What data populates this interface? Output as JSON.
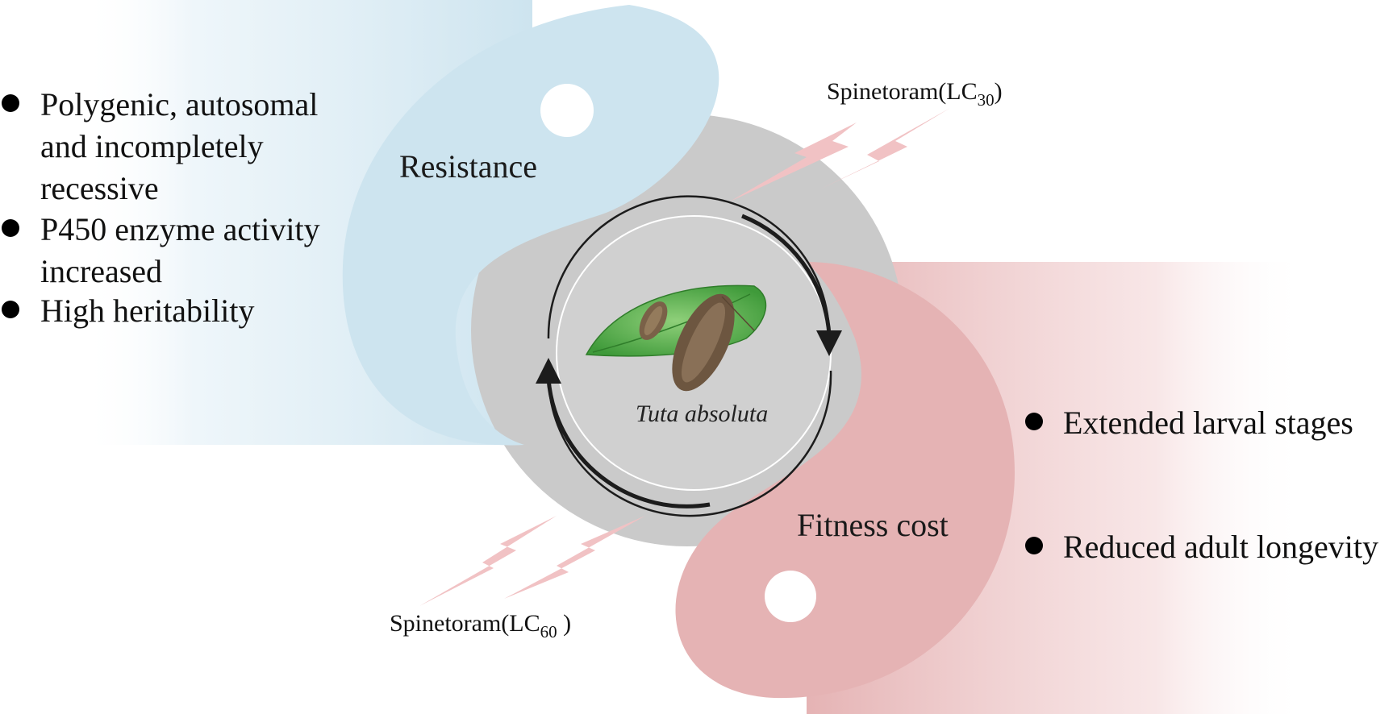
{
  "diagram": {
    "resistance_label": "Resistance",
    "fitness_label": "Fitness cost",
    "species_label": "Tuta absoluta",
    "spinetoram_top": {
      "prefix": "Spinetoram(LC",
      "subscript": "30",
      "suffix": ")"
    },
    "spinetoram_bottom": {
      "prefix": "Spinetoram(LC",
      "subscript": "60",
      "suffix": " )"
    },
    "resistance_bullets": [
      {
        "lines": [
          "Polygenic, autosomal",
          "and incompletely",
          "recessive"
        ]
      },
      {
        "lines": [
          "P450 enzyme activity",
          "increased"
        ]
      },
      {
        "lines": [
          "High heritability"
        ]
      }
    ],
    "fitness_bullets": [
      {
        "lines": [
          "Extended larval stages"
        ]
      },
      {
        "lines": [
          "Reduced adult longevity"
        ]
      }
    ]
  },
  "colors": {
    "resistance": "#cde4ef",
    "fitness": "#e5b3b4",
    "disc": "#cacaca",
    "inner_disc": "#d0d0d0",
    "bolt": "#f1c2c4",
    "arrow": "#1c1c1c"
  }
}
